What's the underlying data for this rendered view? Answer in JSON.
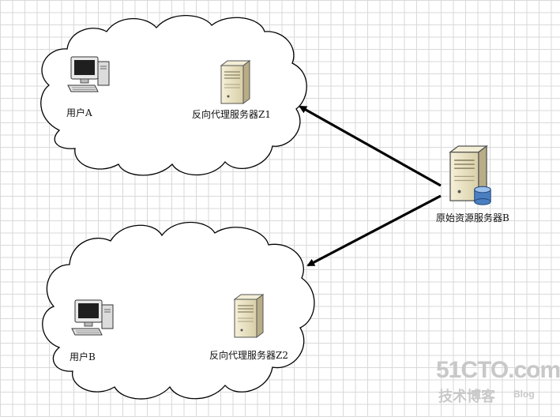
{
  "labels": {
    "user_a": "用户A",
    "proxy_z1": "反向代理服务器Z1",
    "origin_b": "原始资源服务器B",
    "user_b": "用户B",
    "proxy_z2": "反向代理服务器Z2"
  },
  "watermark": {
    "brand": "51CTO.com",
    "sub": "技术博客",
    "blog": "Blog"
  },
  "colors": {
    "server_body": "#ece5c6",
    "server_side": "#b8ad86",
    "monitor": "#2b2b2b",
    "arrow": "#000000",
    "db": "#4a7fc1"
  },
  "icons": [
    "workstation-icon",
    "server-icon",
    "database-server-icon",
    "cloud-shape",
    "arrow"
  ]
}
